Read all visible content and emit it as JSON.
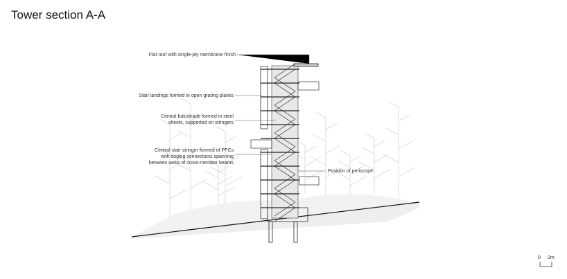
{
  "title": "Tower section A-A",
  "annotations": {
    "roof": "Flat roof with single-ply membrane finish",
    "landings": "Stair landings formed in open grating planks",
    "balustrade_1": "Central balustrade formed in steel",
    "balustrade_2": "sheets, supported on stringers",
    "stringer_1": "Central stair stringer formed of PFCs",
    "stringer_2": "with dogleg connections spanning",
    "stringer_3": "between webs of cross-member beams",
    "periscope": "Position of periscope"
  },
  "scale_bar": {
    "start": "0",
    "end": "2m"
  },
  "colors": {
    "line": "#222222",
    "trees": "#d8d8d8",
    "shade": "#e6e6e6"
  }
}
